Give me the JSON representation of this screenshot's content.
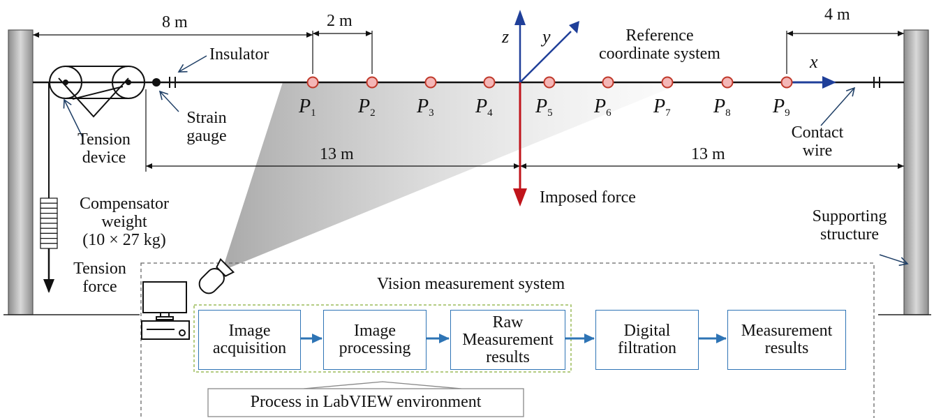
{
  "dimensions": {
    "span_left": "8 m",
    "span_point": "2 m",
    "span_right": "4 m",
    "half_left": "13 m",
    "half_right": "13 m"
  },
  "labels": {
    "insulator": "Insulator",
    "strain_gauge": [
      "Strain",
      "gauge"
    ],
    "tension_device": [
      "Tension",
      "device"
    ],
    "compensator_weight": [
      "Compensator",
      "weight",
      "(10 × 27 kg)"
    ],
    "tension_force": [
      "Tension",
      "force"
    ],
    "reference_coordinate_system": [
      "Reference",
      "coordinate system"
    ],
    "imposed_force": "Imposed force",
    "contact_wire": [
      "Contact",
      "wire"
    ],
    "supporting_structure": [
      "Supporting",
      "structure"
    ]
  },
  "axes": {
    "z": "z",
    "y": "y",
    "x": "x"
  },
  "measurement_points": [
    {
      "letter": "P",
      "index": "1"
    },
    {
      "letter": "P",
      "index": "2"
    },
    {
      "letter": "P",
      "index": "3"
    },
    {
      "letter": "P",
      "index": "4"
    },
    {
      "letter": "P",
      "index": "5"
    },
    {
      "letter": "P",
      "index": "6"
    },
    {
      "letter": "P",
      "index": "7"
    },
    {
      "letter": "P",
      "index": "8"
    },
    {
      "letter": "P",
      "index": "9"
    }
  ],
  "vision_system": {
    "title": "Vision measurement system",
    "steps": [
      [
        "Image",
        "acquisition"
      ],
      [
        "Image",
        "processing"
      ],
      [
        "Raw",
        "Measurement",
        "results"
      ],
      [
        "Digital",
        "filtration"
      ],
      [
        "Measurement",
        "results"
      ]
    ],
    "labview_note": "Process in LabVIEW environment"
  },
  "colors": {
    "point_fill": "#f4b6b6",
    "point_stroke": "#c0392b",
    "axis_blue": "#1f3f99",
    "force_red": "#c0141b",
    "flow_blue": "#2e74b5",
    "labview_dash": "#9bbb59"
  }
}
